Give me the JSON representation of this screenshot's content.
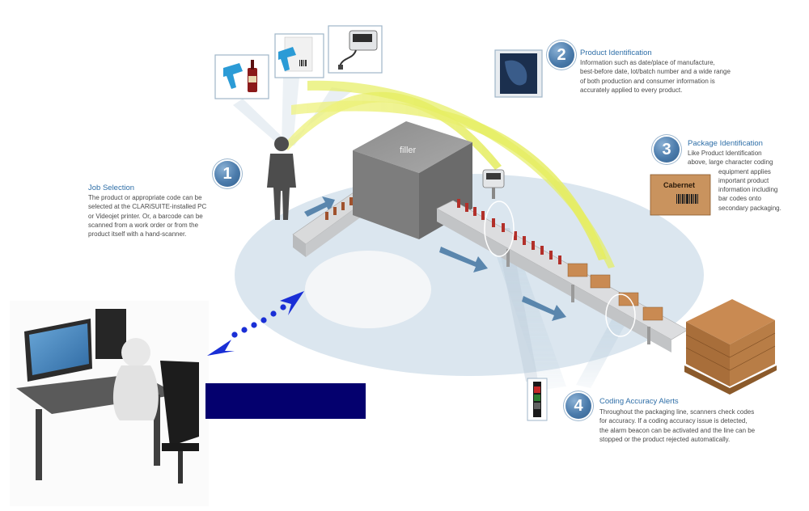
{
  "scene": {
    "filler_label": "filler",
    "carton_brand": "Cabernet"
  },
  "steps": [
    {
      "number": "1",
      "title": "Job Selection",
      "lines": [
        "The product or appropriate code can be",
        "selected at the CLARiSUITE-installed PC",
        "or Videojet printer. Or, a barcode can be",
        "scanned from a work order or from the",
        "product itself with a hand-scanner."
      ]
    },
    {
      "number": "2",
      "title": "Product Identification",
      "lines": [
        "Information such as date/place of manufacture,",
        "best-before date, lot/batch number and a wide range",
        "of both production and consumer information is",
        "accurately applied to every product."
      ]
    },
    {
      "number": "3",
      "title": "Package Identification",
      "lines": [
        "Like Product Identification",
        "above, large character coding",
        "equipment applies",
        "important product",
        "information including",
        "bar codes onto",
        "secondary packaging."
      ]
    },
    {
      "number": "4",
      "title": "Coding Accuracy Alerts",
      "lines": [
        "Throughout the packaging line, scanners check codes",
        "for accuracy. If a coding accuracy issue is detected,",
        "the alarm beacon can be activated and the line can be",
        "stopped or the product rejected automatically."
      ]
    }
  ],
  "colors": {
    "title_blue": "#2f6fa8",
    "badge_blue": "#4b7bab",
    "floor": "#dbe6ef",
    "beam_yellow": "#e9ee7a",
    "flow_arrow": "#5a86ad",
    "dotted_arrow": "#1a2fd6",
    "navy_box": "#04006e"
  }
}
